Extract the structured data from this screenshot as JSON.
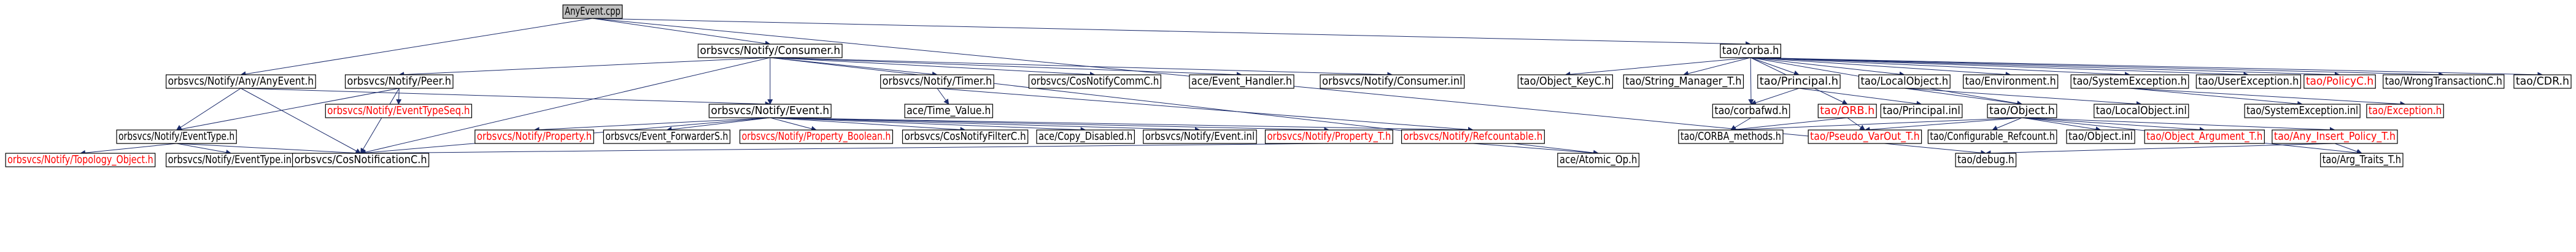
{
  "colors": {
    "edge": "#1a2a6b",
    "node_border": "#000000",
    "node_fill": "#ffffff",
    "root_fill": "#c0c0c0",
    "missing_text": "#ff0000",
    "text": "#000000"
  },
  "nodes": [
    {
      "id": "n_anyevent_cpp",
      "label": "AnyEvent.cpp",
      "kind": "root"
    },
    {
      "id": "n_consumer_h",
      "label": "orbsvcs/Notify/Consumer.h",
      "kind": "normal"
    },
    {
      "id": "n_corba_h",
      "label": "tao/corba.h",
      "kind": "normal"
    },
    {
      "id": "n_any_anyevent_h",
      "label": "orbsvcs/Notify/Any/AnyEvent.h",
      "kind": "normal"
    },
    {
      "id": "n_peer_h",
      "label": "orbsvcs/Notify/Peer.h",
      "kind": "normal"
    },
    {
      "id": "n_timer_h",
      "label": "orbsvcs/Notify/Timer.h",
      "kind": "normal"
    },
    {
      "id": "n_cosnotifycommc_h",
      "label": "orbsvcs/CosNotifyCommC.h",
      "kind": "normal"
    },
    {
      "id": "n_event_handler_h",
      "label": "ace/Event_Handler.h",
      "kind": "normal"
    },
    {
      "id": "n_consumer_inl",
      "label": "orbsvcs/Notify/Consumer.inl",
      "kind": "normal"
    },
    {
      "id": "n_object_keyc_h",
      "label": "tao/Object_KeyC.h",
      "kind": "normal"
    },
    {
      "id": "n_string_manager_t_h",
      "label": "tao/String_Manager_T.h",
      "kind": "normal"
    },
    {
      "id": "n_principal_h",
      "label": "tao/Principal.h",
      "kind": "normal"
    },
    {
      "id": "n_localobject_h",
      "label": "tao/LocalObject.h",
      "kind": "normal"
    },
    {
      "id": "n_environment_h",
      "label": "tao/Environment.h",
      "kind": "normal"
    },
    {
      "id": "n_systemexception_h",
      "label": "tao/SystemException.h",
      "kind": "normal"
    },
    {
      "id": "n_userexception_h",
      "label": "tao/UserException.h",
      "kind": "normal"
    },
    {
      "id": "n_policyc_h",
      "label": "tao/PolicyC.h",
      "kind": "missing"
    },
    {
      "id": "n_wrongtransactionc_h",
      "label": "tao/WrongTransactionC.h",
      "kind": "normal"
    },
    {
      "id": "n_cdr_h",
      "label": "tao/CDR.h",
      "kind": "normal"
    },
    {
      "id": "n_eventtypeseq_h",
      "label": "orbsvcs/Notify/EventTypeSeq.h",
      "kind": "missing"
    },
    {
      "id": "n_event_h",
      "label": "orbsvcs/Notify/Event.h",
      "kind": "normal"
    },
    {
      "id": "n_time_value_h",
      "label": "ace/Time_Value.h",
      "kind": "normal"
    },
    {
      "id": "n_corbafwd_h",
      "label": "tao/corbafwd.h",
      "kind": "normal"
    },
    {
      "id": "n_orb_h",
      "label": "tao/ORB.h",
      "kind": "missing"
    },
    {
      "id": "n_principal_inl",
      "label": "tao/Principal.inl",
      "kind": "normal"
    },
    {
      "id": "n_object_h",
      "label": "tao/Object.h",
      "kind": "normal"
    },
    {
      "id": "n_localobject_inl",
      "label": "tao/LocalObject.inl",
      "kind": "normal"
    },
    {
      "id": "n_systemexception_inl",
      "label": "tao/SystemException.inl",
      "kind": "normal"
    },
    {
      "id": "n_exception_h",
      "label": "tao/Exception.h",
      "kind": "missing"
    },
    {
      "id": "n_eventtype_h",
      "label": "orbsvcs/Notify/EventType.h",
      "kind": "normal"
    },
    {
      "id": "n_property_h",
      "label": "orbsvcs/Notify/Property.h",
      "kind": "missing"
    },
    {
      "id": "n_event_forwarders_h",
      "label": "orbsvcs/Event_ForwarderS.h",
      "kind": "normal"
    },
    {
      "id": "n_property_boolean_h",
      "label": "orbsvcs/Notify/Property_Boolean.h",
      "kind": "missing"
    },
    {
      "id": "n_cosnotifyfilterc_h",
      "label": "orbsvcs/CosNotifyFilterC.h",
      "kind": "normal"
    },
    {
      "id": "n_copy_disabled_h",
      "label": "ace/Copy_Disabled.h",
      "kind": "normal"
    },
    {
      "id": "n_event_inl",
      "label": "orbsvcs/Notify/Event.inl",
      "kind": "normal"
    },
    {
      "id": "n_property_t_h",
      "label": "orbsvcs/Notify/Property_T.h",
      "kind": "missing"
    },
    {
      "id": "n_refcountable_h",
      "label": "orbsvcs/Notify/Refcountable.h",
      "kind": "missing"
    },
    {
      "id": "n_corba_methods_h",
      "label": "tao/CORBA_methods.h",
      "kind": "normal"
    },
    {
      "id": "n_pseudo_varout_t_h",
      "label": "tao/Pseudo_VarOut_T.h",
      "kind": "missing"
    },
    {
      "id": "n_configurable_refcount_h",
      "label": "tao/Configurable_Refcount.h",
      "kind": "normal"
    },
    {
      "id": "n_object_inl",
      "label": "tao/Object.inl",
      "kind": "normal"
    },
    {
      "id": "n_object_argument_t_h",
      "label": "tao/Object_Argument_T.h",
      "kind": "missing"
    },
    {
      "id": "n_any_insert_policy_t_h",
      "label": "tao/Any_Insert_Policy_T.h",
      "kind": "missing"
    },
    {
      "id": "n_topology_object_h",
      "label": "orbsvcs/Notify/Topology_Object.h",
      "kind": "missing"
    },
    {
      "id": "n_eventtype_inl",
      "label": "orbsvcs/Notify/EventType.inl",
      "kind": "normal"
    },
    {
      "id": "n_cosnotificationc_h",
      "label": "orbsvcs/CosNotificationC.h",
      "kind": "normal"
    },
    {
      "id": "n_atomic_op_h",
      "label": "ace/Atomic_Op.h",
      "kind": "normal"
    },
    {
      "id": "n_debug_h",
      "label": "tao/debug.h",
      "kind": "normal"
    },
    {
      "id": "n_arg_traits_t_h",
      "label": "tao/Arg_Traits_T.h",
      "kind": "normal"
    }
  ],
  "edges": [
    [
      "n_anyevent_cpp",
      "n_consumer_h"
    ],
    [
      "n_anyevent_cpp",
      "n_corba_h"
    ],
    [
      "n_anyevent_cpp",
      "n_any_anyevent_h"
    ],
    [
      "n_anyevent_cpp",
      "n_debug_h"
    ],
    [
      "n_consumer_h",
      "n_peer_h"
    ],
    [
      "n_consumer_h",
      "n_timer_h"
    ],
    [
      "n_consumer_h",
      "n_cosnotifycommc_h"
    ],
    [
      "n_consumer_h",
      "n_event_handler_h"
    ],
    [
      "n_consumer_h",
      "n_consumer_inl"
    ],
    [
      "n_consumer_h",
      "n_event_h"
    ],
    [
      "n_consumer_h",
      "n_cosnotificationc_h"
    ],
    [
      "n_consumer_h",
      "n_atomic_op_h"
    ],
    [
      "n_corba_h",
      "n_object_keyc_h"
    ],
    [
      "n_corba_h",
      "n_string_manager_t_h"
    ],
    [
      "n_corba_h",
      "n_principal_h"
    ],
    [
      "n_corba_h",
      "n_localobject_h"
    ],
    [
      "n_corba_h",
      "n_environment_h"
    ],
    [
      "n_corba_h",
      "n_systemexception_h"
    ],
    [
      "n_corba_h",
      "n_userexception_h"
    ],
    [
      "n_corba_h",
      "n_policyc_h"
    ],
    [
      "n_corba_h",
      "n_wrongtransactionc_h"
    ],
    [
      "n_corba_h",
      "n_cdr_h"
    ],
    [
      "n_corba_h",
      "n_corbafwd_h"
    ],
    [
      "n_corba_h",
      "n_orb_h"
    ],
    [
      "n_corba_h",
      "n_object_h"
    ],
    [
      "n_any_anyevent_h",
      "n_eventtype_h"
    ],
    [
      "n_any_anyevent_h",
      "n_cosnotificationc_h"
    ],
    [
      "n_any_anyevent_h",
      "n_event_h"
    ],
    [
      "n_peer_h",
      "n_eventtypeseq_h"
    ],
    [
      "n_peer_h",
      "n_eventtype_h"
    ],
    [
      "n_peer_h",
      "n_cosnotificationc_h"
    ],
    [
      "n_timer_h",
      "n_time_value_h"
    ],
    [
      "n_timer_h",
      "n_refcountable_h"
    ],
    [
      "n_event_h",
      "n_property_h"
    ],
    [
      "n_event_h",
      "n_event_forwarders_h"
    ],
    [
      "n_event_h",
      "n_property_boolean_h"
    ],
    [
      "n_event_h",
      "n_cosnotifyfilterc_h"
    ],
    [
      "n_event_h",
      "n_copy_disabled_h"
    ],
    [
      "n_event_h",
      "n_event_inl"
    ],
    [
      "n_event_h",
      "n_property_t_h"
    ],
    [
      "n_event_h",
      "n_refcountable_h"
    ],
    [
      "n_event_h",
      "n_cosnotificationc_h"
    ],
    [
      "n_eventtype_h",
      "n_topology_object_h"
    ],
    [
      "n_eventtype_h",
      "n_eventtype_inl"
    ],
    [
      "n_eventtype_h",
      "n_cosnotificationc_h"
    ],
    [
      "n_property_t_h",
      "n_cosnotificationc_h"
    ],
    [
      "n_refcountable_h",
      "n_atomic_op_h"
    ],
    [
      "n_principal_h",
      "n_principal_inl"
    ],
    [
      "n_principal_h",
      "n_corbafwd_h"
    ],
    [
      "n_localobject_h",
      "n_localobject_inl"
    ],
    [
      "n_localobject_h",
      "n_object_h"
    ],
    [
      "n_systemexception_h",
      "n_systemexception_inl"
    ],
    [
      "n_systemexception_h",
      "n_exception_h"
    ],
    [
      "n_corbafwd_h",
      "n_corba_methods_h"
    ],
    [
      "n_orb_h",
      "n_corba_methods_h"
    ],
    [
      "n_orb_h",
      "n_pseudo_varout_t_h"
    ],
    [
      "n_object_h",
      "n_corba_methods_h"
    ],
    [
      "n_object_h",
      "n_pseudo_varout_t_h"
    ],
    [
      "n_object_h",
      "n_configurable_refcount_h"
    ],
    [
      "n_object_h",
      "n_object_inl"
    ],
    [
      "n_object_h",
      "n_object_argument_t_h"
    ],
    [
      "n_object_h",
      "n_any_insert_policy_t_h"
    ],
    [
      "n_object_h",
      "n_arg_traits_t_h"
    ],
    [
      "n_any_insert_policy_t_h",
      "n_debug_h"
    ],
    [
      "n_any_insert_policy_t_h",
      "n_arg_traits_t_h"
    ]
  ]
}
